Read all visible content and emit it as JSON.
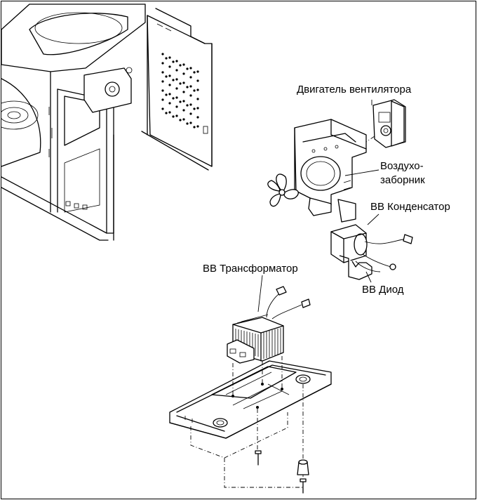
{
  "labels": {
    "fan_motor": "Двигатель вентилятора",
    "air_intake_line1": "Воздухо-",
    "air_intake_line2": "заборник",
    "hv_capacitor": "ВВ Конденсатор",
    "hv_transformer": "ВВ Трансформатор",
    "hv_diode": "ВВ Диод"
  }
}
